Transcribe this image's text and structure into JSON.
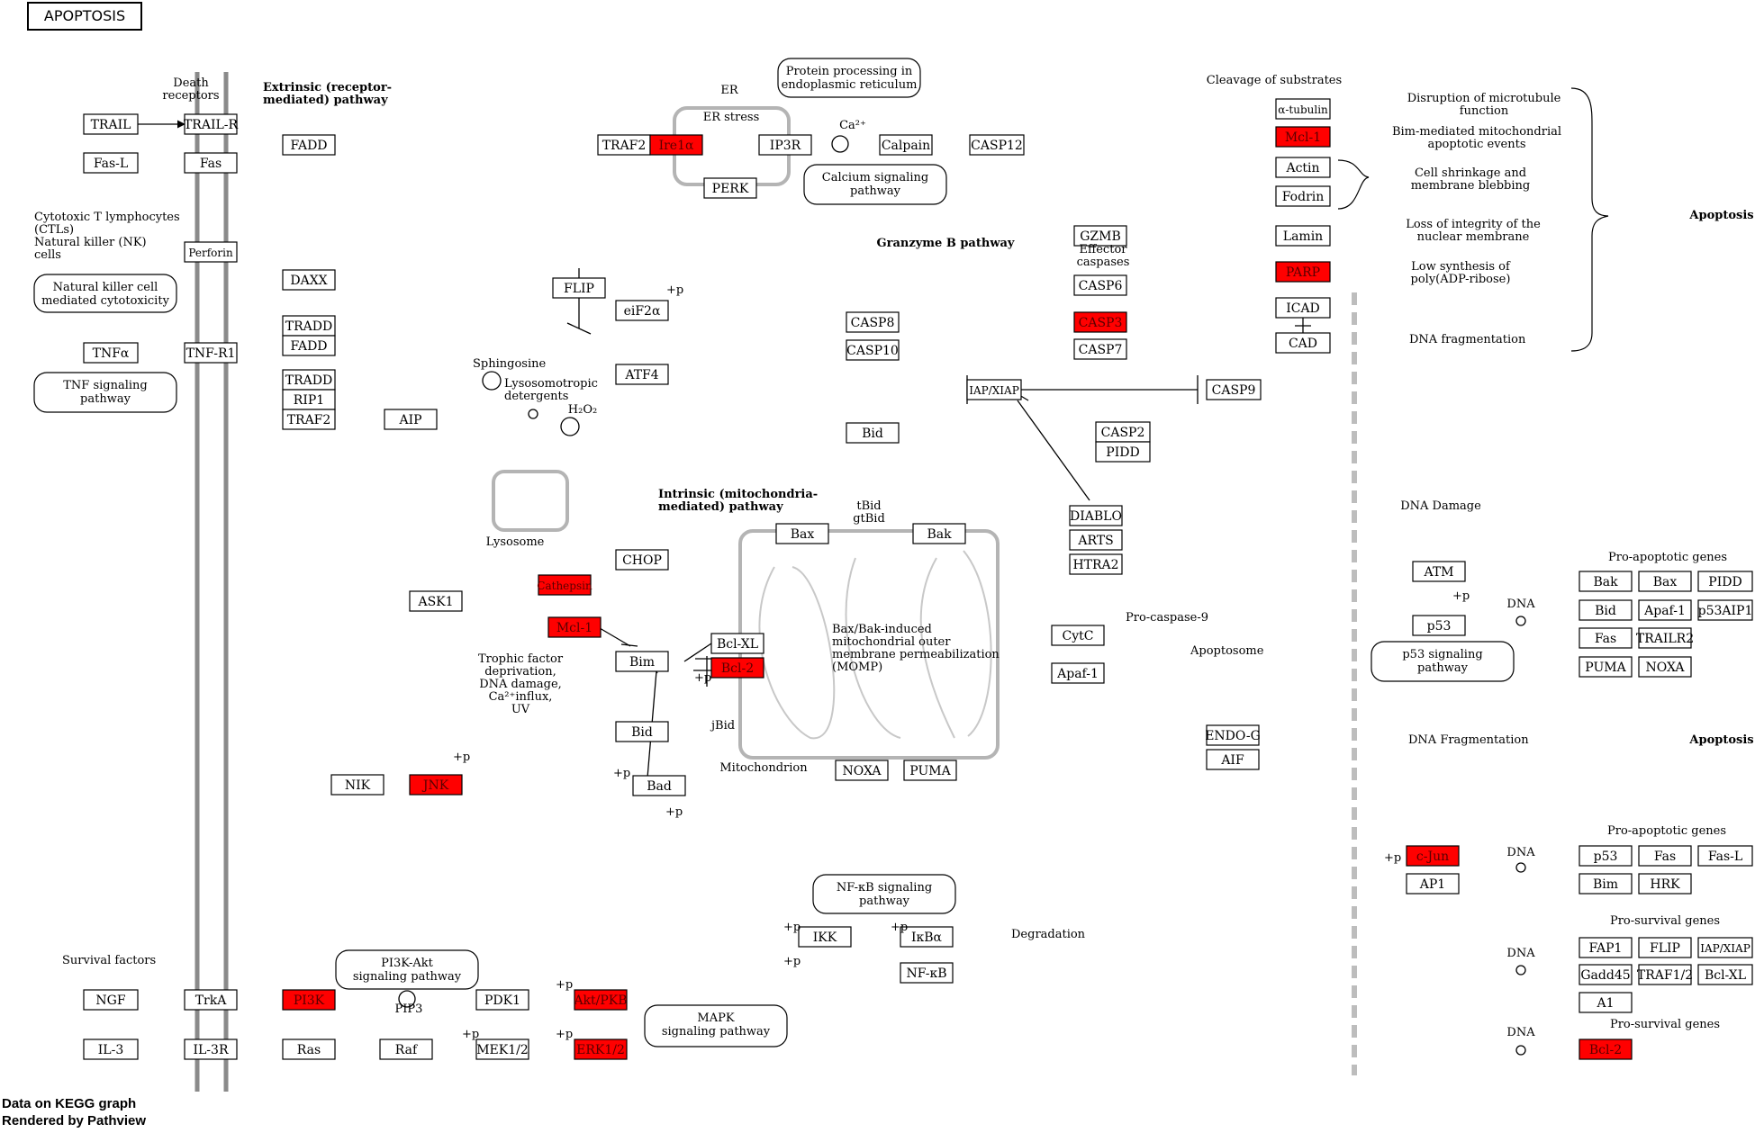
{
  "title": "APOPTOSIS",
  "footer": [
    "Data on KEGG graph",
    "Rendered by Pathview"
  ],
  "colors": {
    "highlight": "#ff0000",
    "membrane": "#8a8a8a",
    "organelle": "#b4b4b4",
    "line": "#000000"
  },
  "genes": [
    {
      "id": "trail",
      "label": "TRAIL",
      "hl": false
    },
    {
      "id": "trail-r",
      "label": "TRAIL-R",
      "hl": false
    },
    {
      "id": "fas-l",
      "label": "Fas-L",
      "hl": false
    },
    {
      "id": "fas",
      "label": "Fas",
      "hl": false
    },
    {
      "id": "fadd-1",
      "label": "FADD",
      "hl": false
    },
    {
      "id": "perforin",
      "label": "Perforin",
      "hl": false
    },
    {
      "id": "daxx",
      "label": "DAXX",
      "hl": false
    },
    {
      "id": "tradd-1",
      "label": "TRADD",
      "hl": false
    },
    {
      "id": "fadd-2",
      "label": "FADD",
      "hl": false
    },
    {
      "id": "tnfa",
      "label": "TNFα",
      "hl": false
    },
    {
      "id": "tnf-r1",
      "label": "TNF-R1",
      "hl": false
    },
    {
      "id": "tradd-2",
      "label": "TRADD",
      "hl": false
    },
    {
      "id": "rip1",
      "label": "RIP1",
      "hl": false
    },
    {
      "id": "traf2-1",
      "label": "TRAF2",
      "hl": false
    },
    {
      "id": "aip",
      "label": "AIP",
      "hl": false
    },
    {
      "id": "traf2-2",
      "label": "TRAF2",
      "hl": false
    },
    {
      "id": "ire1a",
      "label": "Ire1α",
      "hl": true
    },
    {
      "id": "perk",
      "label": "PERK",
      "hl": false
    },
    {
      "id": "ip3r",
      "label": "IP3R",
      "hl": false
    },
    {
      "id": "calpain",
      "label": "Calpain",
      "hl": false
    },
    {
      "id": "casp12",
      "label": "CASP12",
      "hl": false
    },
    {
      "id": "flip-1",
      "label": "FLIP",
      "hl": false
    },
    {
      "id": "eif2a",
      "label": "eiF2α",
      "hl": false
    },
    {
      "id": "atf4",
      "label": "ATF4",
      "hl": false
    },
    {
      "id": "chop",
      "label": "CHOP",
      "hl": false
    },
    {
      "id": "cathepsin",
      "label": "Cathepsin",
      "hl": true
    },
    {
      "id": "mcl1-1",
      "label": "Mcl-1",
      "hl": true
    },
    {
      "id": "bim",
      "label": "Bim",
      "hl": false
    },
    {
      "id": "bclxl",
      "label": "Bcl-XL",
      "hl": false
    },
    {
      "id": "bcl2-1",
      "label": "Bcl-2",
      "hl": true
    },
    {
      "id": "bid-1",
      "label": "Bid",
      "hl": false
    },
    {
      "id": "bad",
      "label": "Bad",
      "hl": false
    },
    {
      "id": "ask1",
      "label": "ASK1",
      "hl": false
    },
    {
      "id": "nik",
      "label": "NIK",
      "hl": false
    },
    {
      "id": "jnk",
      "label": "JNK",
      "hl": true
    },
    {
      "id": "casp8",
      "label": "CASP8",
      "hl": false
    },
    {
      "id": "casp10",
      "label": "CASP10",
      "hl": false
    },
    {
      "id": "bid-2",
      "label": "Bid",
      "hl": false
    },
    {
      "id": "iapxiap-1",
      "label": "IAP/XIAP",
      "hl": false
    },
    {
      "id": "casp9",
      "label": "CASP9",
      "hl": false
    },
    {
      "id": "casp2",
      "label": "CASP2",
      "hl": false
    },
    {
      "id": "pidd-1",
      "label": "PIDD",
      "hl": false
    },
    {
      "id": "gzmb",
      "label": "GZMB",
      "hl": false
    },
    {
      "id": "casp6",
      "label": "CASP6",
      "hl": false
    },
    {
      "id": "casp3",
      "label": "CASP3",
      "hl": true
    },
    {
      "id": "casp7",
      "label": "CASP7",
      "hl": false
    },
    {
      "id": "bax-1",
      "label": "Bax",
      "hl": false
    },
    {
      "id": "bak-1",
      "label": "Bak",
      "hl": false
    },
    {
      "id": "diablo",
      "label": "DIABLO",
      "hl": false
    },
    {
      "id": "arts",
      "label": "ARTS",
      "hl": false
    },
    {
      "id": "htra2",
      "label": "HTRA2",
      "hl": false
    },
    {
      "id": "cytc",
      "label": "CytC",
      "hl": false
    },
    {
      "id": "apaf1-1",
      "label": "Apaf-1",
      "hl": false
    },
    {
      "id": "noxa-1",
      "label": "NOXA",
      "hl": false
    },
    {
      "id": "puma-1",
      "label": "PUMA",
      "hl": false
    },
    {
      "id": "endog",
      "label": "ENDO-G",
      "hl": false
    },
    {
      "id": "aif",
      "label": "AIF",
      "hl": false
    },
    {
      "id": "atub",
      "label": "α-tubulin",
      "hl": false
    },
    {
      "id": "mcl1-2",
      "label": "Mcl-1",
      "hl": true
    },
    {
      "id": "actin",
      "label": "Actin",
      "hl": false
    },
    {
      "id": "fodrin",
      "label": "Fodrin",
      "hl": false
    },
    {
      "id": "lamin",
      "label": "Lamin",
      "hl": false
    },
    {
      "id": "parp",
      "label": "PARP",
      "hl": true
    },
    {
      "id": "icad",
      "label": "ICAD",
      "hl": false
    },
    {
      "id": "cad",
      "label": "CAD",
      "hl": false
    },
    {
      "id": "atm",
      "label": "ATM",
      "hl": false
    },
    {
      "id": "p53-1",
      "label": "p53",
      "hl": false
    },
    {
      "id": "bak-2",
      "label": "Bak",
      "hl": false
    },
    {
      "id": "bax-2",
      "label": "Bax",
      "hl": false
    },
    {
      "id": "pidd-2",
      "label": "PIDD",
      "hl": false
    },
    {
      "id": "bid-3",
      "label": "Bid",
      "hl": false
    },
    {
      "id": "apaf1-2",
      "label": "Apaf-1",
      "hl": false
    },
    {
      "id": "p53aip1",
      "label": "p53AIP1",
      "hl": false
    },
    {
      "id": "fas-2",
      "label": "Fas",
      "hl": false
    },
    {
      "id": "trailr2",
      "label": "TRAILR2",
      "hl": false
    },
    {
      "id": "puma-2",
      "label": "PUMA",
      "hl": false
    },
    {
      "id": "noxa-2",
      "label": "NOXA",
      "hl": false
    },
    {
      "id": "cjun",
      "label": "c-Jun",
      "hl": true
    },
    {
      "id": "ap1",
      "label": "AP1",
      "hl": false
    },
    {
      "id": "p53-2",
      "label": "p53",
      "hl": false
    },
    {
      "id": "fas-3",
      "label": "Fas",
      "hl": false
    },
    {
      "id": "fasl-2",
      "label": "Fas-L",
      "hl": false
    },
    {
      "id": "bim-2",
      "label": "Bim",
      "hl": false
    },
    {
      "id": "hrk",
      "label": "HRK",
      "hl": false
    },
    {
      "id": "ikk",
      "label": "IKK",
      "hl": false
    },
    {
      "id": "ikba",
      "label": "IκBα",
      "hl": false
    },
    {
      "id": "nfkb",
      "label": "NF-κB",
      "hl": false
    },
    {
      "id": "fap1",
      "label": "FAP1",
      "hl": false
    },
    {
      "id": "flip-2",
      "label": "FLIP",
      "hl": false
    },
    {
      "id": "iapxiap-2",
      "label": "IAP/XIAP",
      "hl": false
    },
    {
      "id": "gadd45",
      "label": "Gadd45",
      "hl": false
    },
    {
      "id": "traf12",
      "label": "TRAF1/2",
      "hl": false
    },
    {
      "id": "bclxl-2",
      "label": "Bcl-XL",
      "hl": false
    },
    {
      "id": "a1",
      "label": "A1",
      "hl": false
    },
    {
      "id": "ngf",
      "label": "NGF",
      "hl": false
    },
    {
      "id": "trka",
      "label": "TrkA",
      "hl": false
    },
    {
      "id": "pi3k",
      "label": "PI3K",
      "hl": true
    },
    {
      "id": "pdk1",
      "label": "PDK1",
      "hl": false
    },
    {
      "id": "aktpkb",
      "label": "Akt/PKB",
      "hl": true
    },
    {
      "id": "il3",
      "label": "IL-3",
      "hl": false
    },
    {
      "id": "il3r",
      "label": "IL-3R",
      "hl": false
    },
    {
      "id": "ras",
      "label": "Ras",
      "hl": false
    },
    {
      "id": "raf",
      "label": "Raf",
      "hl": false
    },
    {
      "id": "mek12",
      "label": "MEK1/2",
      "hl": false
    },
    {
      "id": "erk12",
      "label": "ERK1/2",
      "hl": true
    },
    {
      "id": "bcl2-2",
      "label": "Bcl-2",
      "hl": true
    }
  ],
  "pathways": [
    {
      "id": "nk-cytotoxicity",
      "lines": [
        "Natural killer cell",
        "mediated cytotoxicity"
      ]
    },
    {
      "id": "tnf-signaling",
      "lines": [
        "TNF signaling",
        "pathway"
      ]
    },
    {
      "id": "protein-processing-er",
      "lines": [
        "Protein processing in",
        "endoplasmic reticulum"
      ]
    },
    {
      "id": "calcium-signaling",
      "lines": [
        "Calcium signaling",
        "pathway"
      ]
    },
    {
      "id": "p53-signaling",
      "lines": [
        "p53 signaling",
        "pathway"
      ]
    },
    {
      "id": "nfkb-signaling",
      "lines": [
        "NF-κB signaling",
        "pathway"
      ]
    },
    {
      "id": "pi3k-akt-signaling",
      "lines": [
        "PI3K-Akt",
        "signaling pathway"
      ]
    },
    {
      "id": "mapk-signaling",
      "lines": [
        "MAPK",
        "signaling pathway"
      ]
    }
  ],
  "labels": [
    {
      "id": "death-receptors",
      "lines": [
        "Death",
        "receptors"
      ]
    },
    {
      "id": "extrinsic",
      "lines": [
        "Extrinsic (receptor-",
        "mediated) pathway"
      ],
      "bold": true
    },
    {
      "id": "ctl",
      "lines": [
        "Cytotoxic T lymphocytes",
        "(CTLs)",
        "Natural killer (NK)",
        "cells"
      ]
    },
    {
      "id": "er",
      "lines": [
        "ER"
      ]
    },
    {
      "id": "er-stress",
      "lines": [
        "ER stress"
      ]
    },
    {
      "id": "ca2",
      "lines": [
        "Ca²⁺"
      ]
    },
    {
      "id": "granzyme",
      "lines": [
        "Granzyme B pathway"
      ],
      "bold": true
    },
    {
      "id": "effector-caspases",
      "lines": [
        "Effector",
        "caspases"
      ]
    },
    {
      "id": "cleavage",
      "lines": [
        "Cleavage of substrates"
      ]
    },
    {
      "id": "microtubule",
      "lines": [
        "Disruption of microtubule",
        "function"
      ]
    },
    {
      "id": "bim-mediated",
      "lines": [
        "Bim-mediated mitochondrial",
        "apoptotic events"
      ]
    },
    {
      "id": "shrinkage",
      "lines": [
        "Cell shrinkage and",
        "membrane blebbing"
      ]
    },
    {
      "id": "nuclear-membrane",
      "lines": [
        "Loss of integrity of the",
        "nuclear membrane"
      ]
    },
    {
      "id": "poly-adp",
      "lines": [
        "Low synthesis of",
        "poly(ADP-ribose)"
      ]
    },
    {
      "id": "dna-fragmentation-1",
      "lines": [
        "DNA fragmentation"
      ]
    },
    {
      "id": "apoptosis-1",
      "lines": [
        "Apoptosis"
      ],
      "bold": true
    },
    {
      "id": "sphingosine",
      "lines": [
        "Sphingosine"
      ]
    },
    {
      "id": "lysosomotropic",
      "lines": [
        "Lysosomotropic",
        "detergents"
      ]
    },
    {
      "id": "h2o2",
      "lines": [
        "H₂O₂"
      ]
    },
    {
      "id": "lysosome",
      "lines": [
        "Lysosome"
      ]
    },
    {
      "id": "intrinsic",
      "lines": [
        "Intrinsic (mitochondria-",
        "mediated) pathway"
      ],
      "bold": true
    },
    {
      "id": "tbid",
      "lines": [
        "tBid",
        "gtBid"
      ]
    },
    {
      "id": "momp",
      "lines": [
        "Bax/Bak-induced",
        "mitochondrial outer",
        "membrane permeabilization",
        "(MOMP)"
      ]
    },
    {
      "id": "pro-caspase9",
      "lines": [
        "Pro-caspase-9"
      ]
    },
    {
      "id": "apoptosome",
      "lines": [
        "Apoptosome"
      ]
    },
    {
      "id": "trophic",
      "lines": [
        "Trophic factor",
        "deprivation,",
        "DNA damage,",
        "Ca²⁺influx,",
        "UV"
      ]
    },
    {
      "id": "jbid",
      "lines": [
        "jBid"
      ]
    },
    {
      "id": "mitochondrion",
      "lines": [
        "Mitochondrion"
      ]
    },
    {
      "id": "dna-fragmentation-2",
      "lines": [
        "DNA Fragmentation"
      ]
    },
    {
      "id": "apoptosis-2",
      "lines": [
        "Apoptosis"
      ],
      "bold": true
    },
    {
      "id": "dna-damage",
      "lines": [
        "DNA Damage"
      ]
    },
    {
      "id": "pro-apoptotic-1",
      "lines": [
        "Pro-apoptotic genes"
      ]
    },
    {
      "id": "pro-apoptotic-2",
      "lines": [
        "Pro-apoptotic genes"
      ]
    },
    {
      "id": "pro-survival-1",
      "lines": [
        "Pro-survival genes"
      ]
    },
    {
      "id": "pro-survival-2",
      "lines": [
        "Pro-survival genes"
      ]
    },
    {
      "id": "dna-1",
      "lines": [
        "DNA"
      ]
    },
    {
      "id": "dna-2",
      "lines": [
        "DNA"
      ]
    },
    {
      "id": "dna-3",
      "lines": [
        "DNA"
      ]
    },
    {
      "id": "dna-4",
      "lines": [
        "DNA"
      ]
    },
    {
      "id": "degradation",
      "lines": [
        "Degradation"
      ]
    },
    {
      "id": "survival-factors",
      "lines": [
        "Survival factors"
      ]
    },
    {
      "id": "pip3",
      "lines": [
        "PIP3"
      ]
    }
  ],
  "phospho": "+p"
}
